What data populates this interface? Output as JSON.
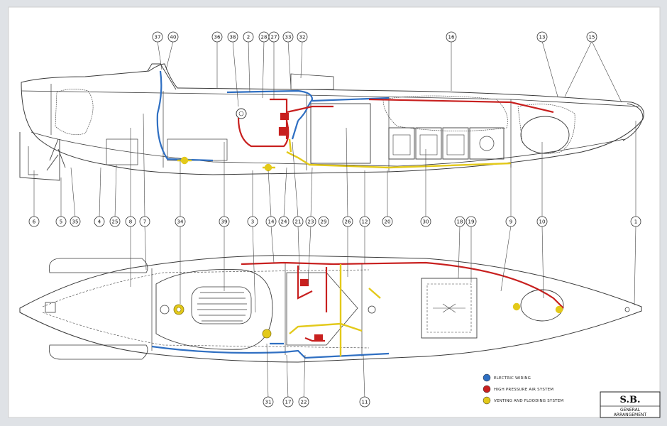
{
  "colors": {
    "paper": "#ffffff",
    "outline": "#3a3a3a",
    "electric": "#2f6fc2",
    "air": "#c8201f",
    "venting": "#e3c91a"
  },
  "legend": {
    "electric": "ELECTRIC WIRING",
    "air": "HIGH PRESSURE AIR SYSTEM",
    "venting": "VENTING AND FLOODING SYSTEM"
  },
  "title_block": {
    "code": "S.B.",
    "line1": "GENERAL",
    "line2": "ARRANGEMENT"
  },
  "labels_top": [
    "37",
    "40",
    "36",
    "38",
    "2",
    "28",
    "27",
    "33",
    "32",
    "16",
    "13",
    "15"
  ],
  "labels_mid": [
    "6",
    "5",
    "35",
    "4",
    "25",
    "8",
    "7",
    "34",
    "39",
    "3",
    "14",
    "24",
    "21",
    "23",
    "29",
    "26",
    "12",
    "20",
    "30",
    "18",
    "19",
    "9",
    "10",
    "1"
  ],
  "labels_bottom": [
    "31",
    "17",
    "22",
    "11"
  ]
}
